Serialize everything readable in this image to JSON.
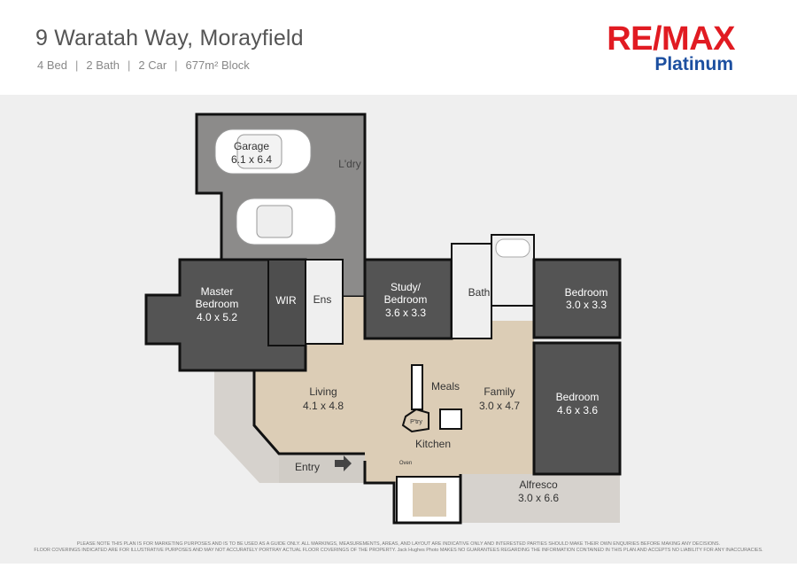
{
  "header": {
    "address": "9 Waratah Way, Morayfield",
    "specs": [
      "4 Bed",
      "2 Bath",
      "2 Car",
      "677m² Block"
    ],
    "separator": "|"
  },
  "logo": {
    "main": "RE/MAX",
    "sub": "Platinum",
    "red": "#e11b22",
    "blue": "#1c4fa0"
  },
  "rooms": {
    "garage": {
      "name": "Garage",
      "dims": "6.1 x 6.4"
    },
    "laundry": {
      "name": "L'dry"
    },
    "master": {
      "name1": "Master",
      "name2": "Bedroom",
      "dims": "4.0 x 5.2"
    },
    "wir": {
      "name": "WIR"
    },
    "ensuite": {
      "name": "Ens"
    },
    "study": {
      "name1": "Study/",
      "name2": "Bedroom",
      "dims": "3.6 x 3.3"
    },
    "bath": {
      "name": "Bath"
    },
    "bedroom2": {
      "name": "Bedroom",
      "dims": "3.0 x 3.3"
    },
    "bedroom3": {
      "name": "Bedroom",
      "dims": "4.6 x 3.6"
    },
    "living": {
      "name": "Living",
      "dims": "4.1 x 4.8"
    },
    "meals": {
      "name": "Meals"
    },
    "family": {
      "name": "Family",
      "dims": "3.0 x 4.7"
    },
    "pantry": {
      "name": "P'try"
    },
    "kitchen": {
      "name": "Kitchen"
    },
    "oven": {
      "name": "Oven"
    },
    "entry": {
      "name": "Entry"
    },
    "alfresco": {
      "name": "Alfresco",
      "dims": "3.0 x 6.6"
    }
  },
  "disclaimer": {
    "line1": "PLEASE NOTE THIS PLAN IS FOR MARKETING PURPOSES AND IS TO BE USED AS A GUIDE ONLY.  ALL MARKINGS, MEASUREMENTS, AREAS, AND LAYOUT ARE INDICATIVE ONLY AND INTERESTED PARTIES SHOULD MAKE THEIR OWN ENQUIRIES BEFORE MAKING ANY DECISIONS.",
    "line2": "FLOOR COVERINGS INDICATED ARE FOR ILLUSTRATIVE PURPOSES AND MAY NOT ACCURATELY PORTRAY ACTUAL FLOOR COVERINGS OF THE PROPERTY.  Jack Hughes Photo MAKES NO GUARANTEES REGARDING THE INFORMATION CONTAINED IN THIS PLAN AND ACCEPTS NO LIABILITY FOR  ANY INACCURACIES."
  }
}
